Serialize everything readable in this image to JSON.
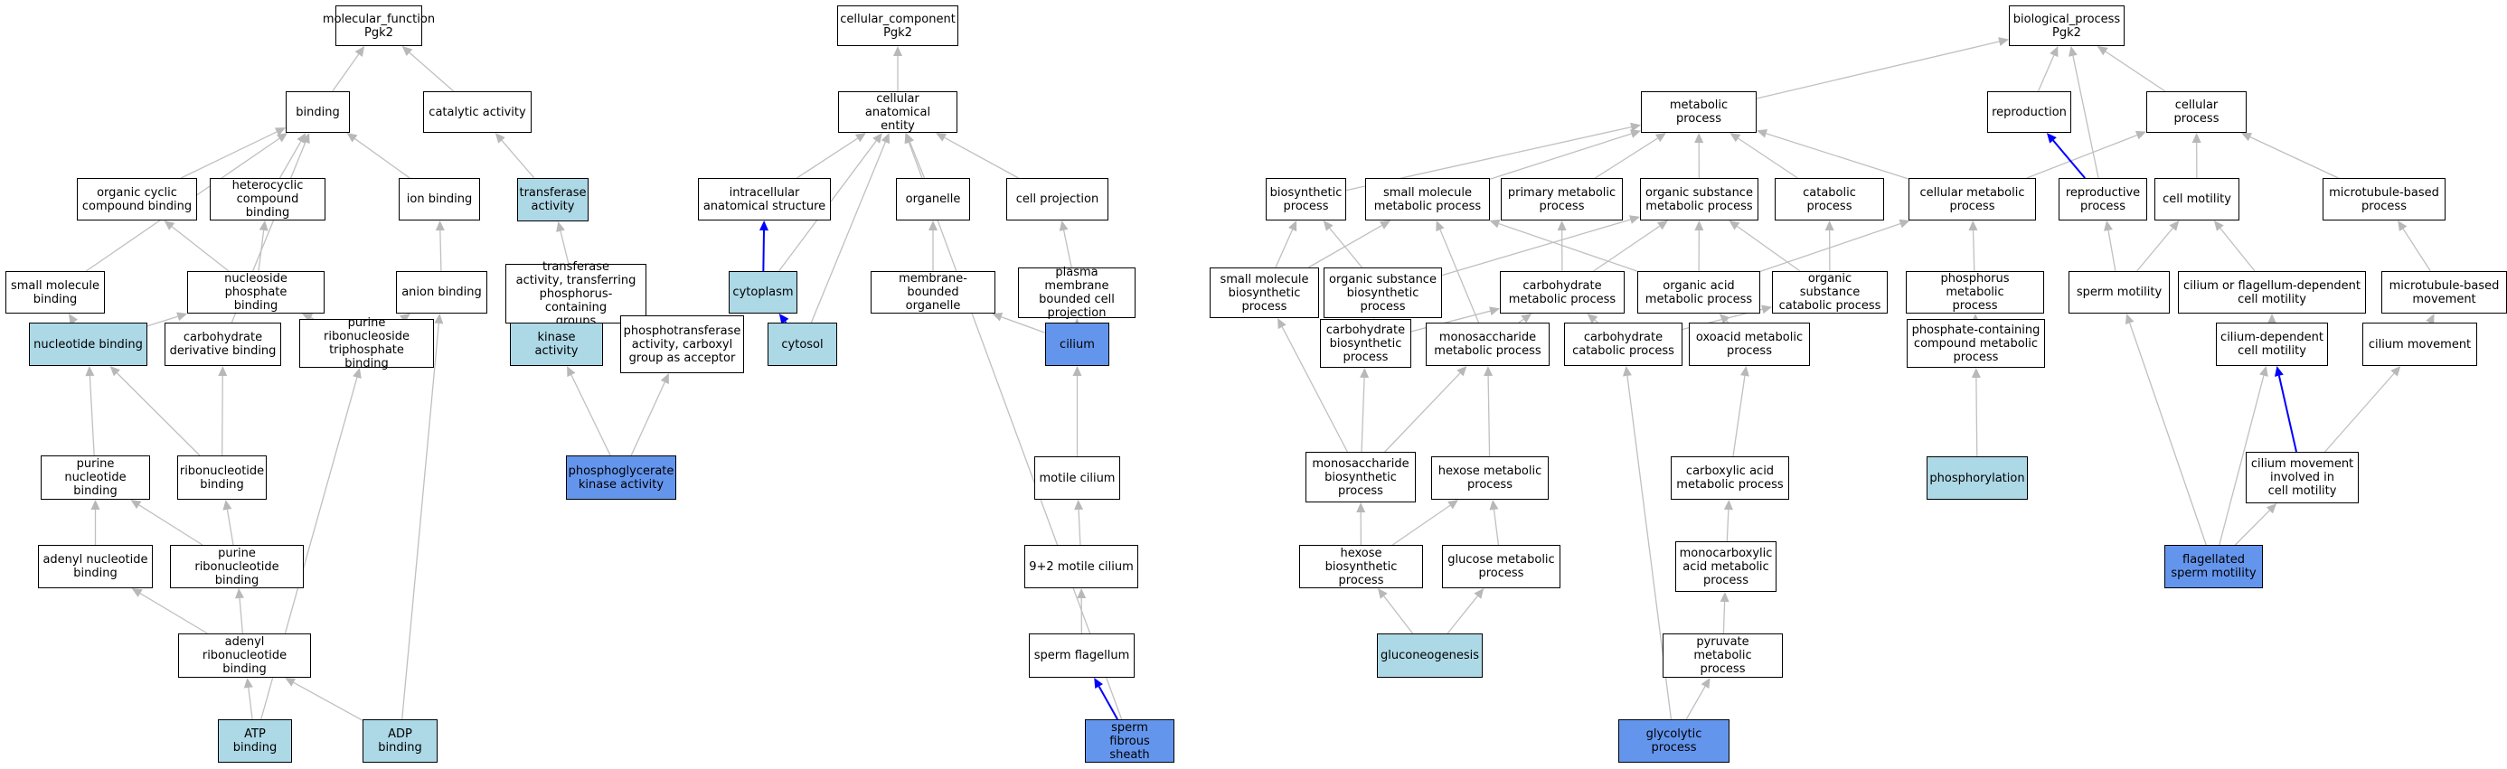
{
  "colors": {
    "term": "#ffffff",
    "annotated": "#add8e6",
    "direct": "#6495ed",
    "edge": "#c0c0c0",
    "highlight_edge": "#0000ff"
  },
  "nodes": {
    "mf_root": {
      "label": "molecular_function\nPgk2",
      "style": "term"
    },
    "binding": {
      "label": "binding",
      "style": "term"
    },
    "catalytic_activity": {
      "label": "catalytic activity",
      "style": "term"
    },
    "organic_cyclic_compound_binding": {
      "label": "organic cyclic\ncompound binding",
      "style": "term"
    },
    "heterocyclic_compound_binding": {
      "label": "heterocyclic\ncompound binding",
      "style": "term"
    },
    "ion_binding": {
      "label": "ion binding",
      "style": "term"
    },
    "transferase_activity": {
      "label": "transferase\nactivity",
      "style": "annotated"
    },
    "small_molecule_binding": {
      "label": "small molecule\nbinding",
      "style": "term"
    },
    "nucleoside_phosphate_binding": {
      "label": "nucleoside phosphate\nbinding",
      "style": "term"
    },
    "anion_binding": {
      "label": "anion binding",
      "style": "term"
    },
    "transferase_phosphorus": {
      "label": "transferase\nactivity, transferring\nphosphorus-containing\ngroups",
      "style": "term"
    },
    "nucleotide_binding": {
      "label": "nucleotide binding",
      "style": "annotated"
    },
    "carbohydrate_derivative_binding": {
      "label": "carbohydrate\nderivative binding",
      "style": "term"
    },
    "purine_ribonucleoside_triphosphate_binding": {
      "label": "purine ribonucleoside\ntriphosphate\nbinding",
      "style": "term"
    },
    "kinase_activity": {
      "label": "kinase activity",
      "style": "annotated"
    },
    "phosphotransferase_carboxyl": {
      "label": "phosphotransferase\nactivity, carboxyl\ngroup as acceptor",
      "style": "term"
    },
    "purine_nucleotide_binding": {
      "label": "purine nucleotide\nbinding",
      "style": "term"
    },
    "ribonucleotide_binding": {
      "label": "ribonucleotide\nbinding",
      "style": "term"
    },
    "phosphoglycerate_kinase_activity": {
      "label": "phosphoglycerate\nkinase activity",
      "style": "direct"
    },
    "adenyl_nucleotide_binding": {
      "label": "adenyl nucleotide\nbinding",
      "style": "term"
    },
    "purine_ribonucleotide_binding": {
      "label": "purine ribonucleotide\nbinding",
      "style": "term"
    },
    "adenyl_ribonucleotide_binding": {
      "label": "adenyl ribonucleotide\nbinding",
      "style": "term"
    },
    "atp_binding": {
      "label": "ATP binding",
      "style": "annotated"
    },
    "adp_binding": {
      "label": "ADP binding",
      "style": "annotated"
    },
    "cc_root": {
      "label": "cellular_component\nPgk2",
      "style": "term"
    },
    "cellular_anatomical_entity": {
      "label": "cellular anatomical\nentity",
      "style": "term"
    },
    "intracellular_anatomical_structure": {
      "label": "intracellular\nanatomical structure",
      "style": "term"
    },
    "organelle": {
      "label": "organelle",
      "style": "term"
    },
    "cell_projection": {
      "label": "cell projection",
      "style": "term"
    },
    "cytoplasm": {
      "label": "cytoplasm",
      "style": "annotated"
    },
    "membrane_bounded_organelle": {
      "label": "membrane-bounded\norganelle",
      "style": "term"
    },
    "plasma_membrane_bounded_cell_projection": {
      "label": "plasma membrane\nbounded cell\nprojection",
      "style": "term"
    },
    "cytosol": {
      "label": "cytosol",
      "style": "annotated"
    },
    "cilium": {
      "label": "cilium",
      "style": "direct"
    },
    "motile_cilium": {
      "label": "motile cilium",
      "style": "term"
    },
    "nine_plus_two_motile_cilium": {
      "label": "9+2 motile cilium",
      "style": "term"
    },
    "sperm_flagellum": {
      "label": "sperm flagellum",
      "style": "term"
    },
    "sperm_fibrous_sheath": {
      "label": "sperm fibrous\nsheath",
      "style": "direct"
    },
    "bp_root": {
      "label": "biological_process\nPgk2",
      "style": "term"
    },
    "metabolic_process": {
      "label": "metabolic process",
      "style": "term"
    },
    "reproduction": {
      "label": "reproduction",
      "style": "term"
    },
    "cellular_process": {
      "label": "cellular process",
      "style": "term"
    },
    "biosynthetic_process": {
      "label": "biosynthetic\nprocess",
      "style": "term"
    },
    "small_molecule_metabolic_process": {
      "label": "small molecule\nmetabolic process",
      "style": "term"
    },
    "primary_metabolic_process": {
      "label": "primary metabolic\nprocess",
      "style": "term"
    },
    "organic_substance_metabolic_process": {
      "label": "organic substance\nmetabolic process",
      "style": "term"
    },
    "catabolic_process": {
      "label": "catabolic process",
      "style": "term"
    },
    "cellular_metabolic_process": {
      "label": "cellular metabolic\nprocess",
      "style": "term"
    },
    "reproductive_process": {
      "label": "reproductive\nprocess",
      "style": "term"
    },
    "cell_motility": {
      "label": "cell motility",
      "style": "term"
    },
    "microtubule_based_process": {
      "label": "microtubule-based\nprocess",
      "style": "term"
    },
    "small_molecule_biosynthetic_process": {
      "label": "small molecule\nbiosynthetic\nprocess",
      "style": "term"
    },
    "organic_substance_biosynthetic_process": {
      "label": "organic substance\nbiosynthetic\nprocess",
      "style": "term"
    },
    "carbohydrate_metabolic_process": {
      "label": "carbohydrate\nmetabolic process",
      "style": "term"
    },
    "organic_acid_metabolic_process": {
      "label": "organic acid\nmetabolic process",
      "style": "term"
    },
    "organic_substance_catabolic_process": {
      "label": "organic substance\ncatabolic process",
      "style": "term"
    },
    "phosphorus_metabolic_process": {
      "label": "phosphorus metabolic\nprocess",
      "style": "term"
    },
    "sperm_motility": {
      "label": "sperm motility",
      "style": "term"
    },
    "cilium_or_flagellum_dependent_cell_motility": {
      "label": "cilium or flagellum-dependent\ncell motility",
      "style": "term"
    },
    "microtubule_based_movement": {
      "label": "microtubule-based\nmovement",
      "style": "term"
    },
    "carbohydrate_biosynthetic_process": {
      "label": "carbohydrate\nbiosynthetic\nprocess",
      "style": "term"
    },
    "monosaccharide_metabolic_process": {
      "label": "monosaccharide\nmetabolic process",
      "style": "term"
    },
    "carbohydrate_catabolic_process": {
      "label": "carbohydrate\ncatabolic process",
      "style": "term"
    },
    "oxoacid_metabolic_process": {
      "label": "oxoacid metabolic\nprocess",
      "style": "term"
    },
    "phosphate_containing_compound_metabolic_process": {
      "label": "phosphate-containing\ncompound metabolic\nprocess",
      "style": "term"
    },
    "cilium_dependent_cell_motility": {
      "label": "cilium-dependent\ncell motility",
      "style": "term"
    },
    "cilium_movement": {
      "label": "cilium movement",
      "style": "term"
    },
    "monosaccharide_biosynthetic_process": {
      "label": "monosaccharide\nbiosynthetic\nprocess",
      "style": "term"
    },
    "hexose_metabolic_process": {
      "label": "hexose metabolic\nprocess",
      "style": "term"
    },
    "carboxylic_acid_metabolic_process": {
      "label": "carboxylic acid\nmetabolic process",
      "style": "term"
    },
    "phosphorylation": {
      "label": "phosphorylation",
      "style": "annotated"
    },
    "cilium_movement_involved_in_cell_motility": {
      "label": "cilium movement\ninvolved in\ncell motility",
      "style": "term"
    },
    "hexose_biosynthetic_process": {
      "label": "hexose biosynthetic\nprocess",
      "style": "term"
    },
    "glucose_metabolic_process": {
      "label": "glucose metabolic\nprocess",
      "style": "term"
    },
    "monocarboxylic_acid_metabolic_process": {
      "label": "monocarboxylic\nacid metabolic\nprocess",
      "style": "term"
    },
    "flagellated_sperm_motility": {
      "label": "flagellated\nsperm motility",
      "style": "direct"
    },
    "gluconeogenesis": {
      "label": "gluconeogenesis",
      "style": "annotated"
    },
    "pyruvate_metabolic_process": {
      "label": "pyruvate metabolic\nprocess",
      "style": "term"
    },
    "glycolytic_process": {
      "label": "glycolytic process",
      "style": "direct"
    }
  },
  "edges": [
    [
      "binding",
      "mf_root",
      "normal"
    ],
    [
      "catalytic_activity",
      "mf_root",
      "normal"
    ],
    [
      "organic_cyclic_compound_binding",
      "binding",
      "normal"
    ],
    [
      "heterocyclic_compound_binding",
      "binding",
      "normal"
    ],
    [
      "ion_binding",
      "binding",
      "normal"
    ],
    [
      "small_molecule_binding",
      "binding",
      "normal"
    ],
    [
      "carbohydrate_derivative_binding",
      "binding",
      "normal"
    ],
    [
      "transferase_activity",
      "catalytic_activity",
      "normal"
    ],
    [
      "nucleoside_phosphate_binding",
      "organic_cyclic_compound_binding",
      "normal"
    ],
    [
      "nucleoside_phosphate_binding",
      "heterocyclic_compound_binding",
      "normal"
    ],
    [
      "anion_binding",
      "ion_binding",
      "normal"
    ],
    [
      "transferase_phosphorus",
      "transferase_activity",
      "normal"
    ],
    [
      "nucleotide_binding",
      "small_molecule_binding",
      "normal"
    ],
    [
      "nucleotide_binding",
      "nucleoside_phosphate_binding",
      "normal"
    ],
    [
      "purine_ribonucleoside_triphosphate_binding",
      "nucleoside_phosphate_binding",
      "normal"
    ],
    [
      "purine_ribonucleoside_triphosphate_binding",
      "anion_binding",
      "normal"
    ],
    [
      "kinase_activity",
      "transferase_phosphorus",
      "normal"
    ],
    [
      "phosphotransferase_carboxyl",
      "transferase_phosphorus",
      "normal"
    ],
    [
      "phosphoglycerate_kinase_activity",
      "kinase_activity",
      "normal"
    ],
    [
      "phosphoglycerate_kinase_activity",
      "phosphotransferase_carboxyl",
      "normal"
    ],
    [
      "purine_nucleotide_binding",
      "nucleotide_binding",
      "normal"
    ],
    [
      "ribonucleotide_binding",
      "nucleotide_binding",
      "normal"
    ],
    [
      "ribonucleotide_binding",
      "carbohydrate_derivative_binding",
      "normal"
    ],
    [
      "adenyl_nucleotide_binding",
      "purine_nucleotide_binding",
      "normal"
    ],
    [
      "purine_ribonucleotide_binding",
      "purine_nucleotide_binding",
      "normal"
    ],
    [
      "purine_ribonucleotide_binding",
      "ribonucleotide_binding",
      "normal"
    ],
    [
      "adenyl_ribonucleotide_binding",
      "adenyl_nucleotide_binding",
      "normal"
    ],
    [
      "adenyl_ribonucleotide_binding",
      "purine_ribonucleotide_binding",
      "normal"
    ],
    [
      "atp_binding",
      "adenyl_ribonucleotide_binding",
      "normal"
    ],
    [
      "atp_binding",
      "purine_ribonucleoside_triphosphate_binding",
      "normal"
    ],
    [
      "adp_binding",
      "adenyl_ribonucleotide_binding",
      "normal"
    ],
    [
      "adp_binding",
      "anion_binding",
      "normal"
    ],
    [
      "cellular_anatomical_entity",
      "cc_root",
      "normal"
    ],
    [
      "intracellular_anatomical_structure",
      "cellular_anatomical_entity",
      "normal"
    ],
    [
      "organelle",
      "cellular_anatomical_entity",
      "normal"
    ],
    [
      "cell_projection",
      "cellular_anatomical_entity",
      "normal"
    ],
    [
      "cytoplasm",
      "intracellular_anatomical_structure",
      "highlight"
    ],
    [
      "cytoplasm",
      "cellular_anatomical_entity",
      "normal"
    ],
    [
      "membrane_bounded_organelle",
      "organelle",
      "normal"
    ],
    [
      "plasma_membrane_bounded_cell_projection",
      "cell_projection",
      "normal"
    ],
    [
      "cytosol",
      "cytoplasm",
      "highlight"
    ],
    [
      "cytosol",
      "cellular_anatomical_entity",
      "normal"
    ],
    [
      "cilium",
      "membrane_bounded_organelle",
      "normal"
    ],
    [
      "cilium",
      "plasma_membrane_bounded_cell_projection",
      "normal"
    ],
    [
      "motile_cilium",
      "cilium",
      "normal"
    ],
    [
      "nine_plus_two_motile_cilium",
      "motile_cilium",
      "normal"
    ],
    [
      "sperm_flagellum",
      "nine_plus_two_motile_cilium",
      "normal"
    ],
    [
      "sperm_fibrous_sheath",
      "sperm_flagellum",
      "highlight"
    ],
    [
      "sperm_fibrous_sheath",
      "cellular_anatomical_entity",
      "normal"
    ],
    [
      "metabolic_process",
      "bp_root",
      "normal"
    ],
    [
      "reproduction",
      "bp_root",
      "normal"
    ],
    [
      "cellular_process",
      "bp_root",
      "normal"
    ],
    [
      "reproductive_process",
      "bp_root",
      "normal"
    ],
    [
      "biosynthetic_process",
      "metabolic_process",
      "normal"
    ],
    [
      "small_molecule_metabolic_process",
      "metabolic_process",
      "normal"
    ],
    [
      "primary_metabolic_process",
      "metabolic_process",
      "normal"
    ],
    [
      "organic_substance_metabolic_process",
      "metabolic_process",
      "normal"
    ],
    [
      "catabolic_process",
      "metabolic_process",
      "normal"
    ],
    [
      "cellular_metabolic_process",
      "metabolic_process",
      "normal"
    ],
    [
      "cellular_metabolic_process",
      "cellular_process",
      "normal"
    ],
    [
      "reproductive_process",
      "reproduction",
      "highlight"
    ],
    [
      "cell_motility",
      "cellular_process",
      "normal"
    ],
    [
      "microtubule_based_process",
      "cellular_process",
      "normal"
    ],
    [
      "small_molecule_biosynthetic_process",
      "biosynthetic_process",
      "normal"
    ],
    [
      "small_molecule_biosynthetic_process",
      "small_molecule_metabolic_process",
      "normal"
    ],
    [
      "organic_substance_biosynthetic_process",
      "biosynthetic_process",
      "normal"
    ],
    [
      "organic_substance_biosynthetic_process",
      "organic_substance_metabolic_process",
      "normal"
    ],
    [
      "carbohydrate_metabolic_process",
      "organic_substance_metabolic_process",
      "normal"
    ],
    [
      "carbohydrate_metabolic_process",
      "primary_metabolic_process",
      "normal"
    ],
    [
      "organic_acid_metabolic_process",
      "organic_substance_metabolic_process",
      "normal"
    ],
    [
      "organic_acid_metabolic_process",
      "small_molecule_metabolic_process",
      "normal"
    ],
    [
      "organic_acid_metabolic_process",
      "cellular_metabolic_process",
      "normal"
    ],
    [
      "organic_substance_catabolic_process",
      "organic_substance_metabolic_process",
      "normal"
    ],
    [
      "organic_substance_catabolic_process",
      "catabolic_process",
      "normal"
    ],
    [
      "phosphorus_metabolic_process",
      "cellular_metabolic_process",
      "normal"
    ],
    [
      "sperm_motility",
      "reproductive_process",
      "normal"
    ],
    [
      "sperm_motility",
      "cell_motility",
      "normal"
    ],
    [
      "cilium_or_flagellum_dependent_cell_motility",
      "cell_motility",
      "normal"
    ],
    [
      "microtubule_based_movement",
      "microtubule_based_process",
      "normal"
    ],
    [
      "carbohydrate_biosynthetic_process",
      "carbohydrate_metabolic_process",
      "normal"
    ],
    [
      "carbohydrate_biosynthetic_process",
      "organic_substance_biosynthetic_process",
      "normal"
    ],
    [
      "monosaccharide_metabolic_process",
      "carbohydrate_metabolic_process",
      "normal"
    ],
    [
      "monosaccharide_metabolic_process",
      "small_molecule_metabolic_process",
      "normal"
    ],
    [
      "carbohydrate_catabolic_process",
      "carbohydrate_metabolic_process",
      "normal"
    ],
    [
      "carbohydrate_catabolic_process",
      "organic_substance_catabolic_process",
      "normal"
    ],
    [
      "oxoacid_metabolic_process",
      "organic_acid_metabolic_process",
      "normal"
    ],
    [
      "phosphate_containing_compound_metabolic_process",
      "phosphorus_metabolic_process",
      "normal"
    ],
    [
      "cilium_dependent_cell_motility",
      "cilium_or_flagellum_dependent_cell_motility",
      "normal"
    ],
    [
      "cilium_movement",
      "microtubule_based_movement",
      "normal"
    ],
    [
      "monosaccharide_biosynthetic_process",
      "carbohydrate_biosynthetic_process",
      "normal"
    ],
    [
      "monosaccharide_biosynthetic_process",
      "monosaccharide_metabolic_process",
      "normal"
    ],
    [
      "monosaccharide_biosynthetic_process",
      "small_molecule_biosynthetic_process",
      "normal"
    ],
    [
      "hexose_metabolic_process",
      "monosaccharide_metabolic_process",
      "normal"
    ],
    [
      "carboxylic_acid_metabolic_process",
      "oxoacid_metabolic_process",
      "normal"
    ],
    [
      "phosphorylation",
      "phosphate_containing_compound_metabolic_process",
      "normal"
    ],
    [
      "cilium_movement_involved_in_cell_motility",
      "cilium_dependent_cell_motility",
      "highlight"
    ],
    [
      "cilium_movement_involved_in_cell_motility",
      "cilium_movement",
      "normal"
    ],
    [
      "hexose_biosynthetic_process",
      "monosaccharide_biosynthetic_process",
      "normal"
    ],
    [
      "hexose_biosynthetic_process",
      "hexose_metabolic_process",
      "normal"
    ],
    [
      "glucose_metabolic_process",
      "hexose_metabolic_process",
      "normal"
    ],
    [
      "monocarboxylic_acid_metabolic_process",
      "carboxylic_acid_metabolic_process",
      "normal"
    ],
    [
      "flagellated_sperm_motility",
      "sperm_motility",
      "normal"
    ],
    [
      "flagellated_sperm_motility",
      "cilium_dependent_cell_motility",
      "normal"
    ],
    [
      "flagellated_sperm_motility",
      "cilium_movement_involved_in_cell_motility",
      "normal"
    ],
    [
      "gluconeogenesis",
      "hexose_biosynthetic_process",
      "normal"
    ],
    [
      "gluconeogenesis",
      "glucose_metabolic_process",
      "normal"
    ],
    [
      "pyruvate_metabolic_process",
      "monocarboxylic_acid_metabolic_process",
      "normal"
    ],
    [
      "glycolytic_process",
      "pyruvate_metabolic_process",
      "normal"
    ],
    [
      "glycolytic_process",
      "carbohydrate_catabolic_process",
      "normal"
    ]
  ]
}
